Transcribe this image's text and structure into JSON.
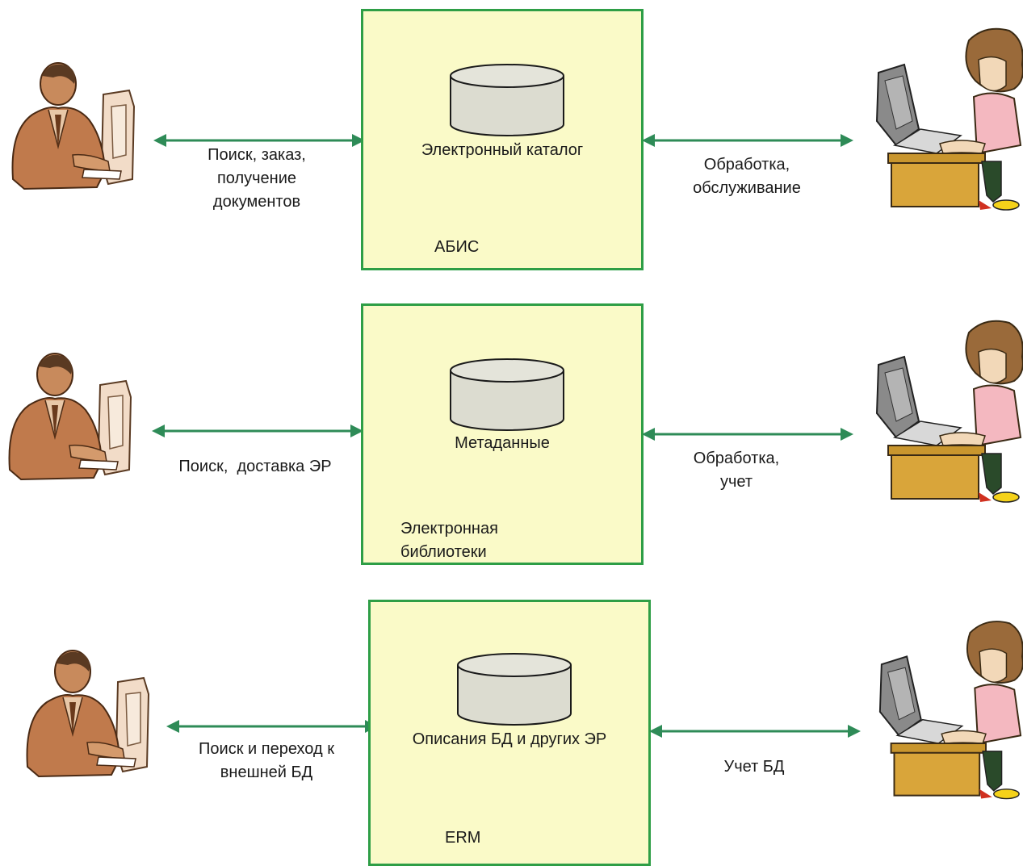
{
  "colors": {
    "box_fill": "#fafac8",
    "box_border": "#2e9e46",
    "arrow": "#2e8b57",
    "cylinder_fill": "#dcdcd0",
    "cylinder_stroke": "#1a1a1a"
  },
  "rows": [
    {
      "user_label": "Поиск, заказ,\nполучение\nдокументов",
      "box_db": "Электронный каталог",
      "box_system": "АБИС",
      "staff_label": "Обработка,\nобслуживание"
    },
    {
      "user_label": "Поиск,  доставка ЭР",
      "box_db": "Метаданные",
      "box_system": "Электронная\nбиблиотеки",
      "staff_label": "Обработка,\nучет"
    },
    {
      "user_label": "Поиск и переход к\nвнешней БД",
      "box_db": "Описания БД и других ЭР",
      "box_system": "ERM",
      "staff_label": "Учет БД"
    }
  ],
  "icons": {
    "user": "man-at-computer-icon",
    "staff": "woman-typing-at-desk-icon",
    "database": "database-cylinder-icon"
  }
}
